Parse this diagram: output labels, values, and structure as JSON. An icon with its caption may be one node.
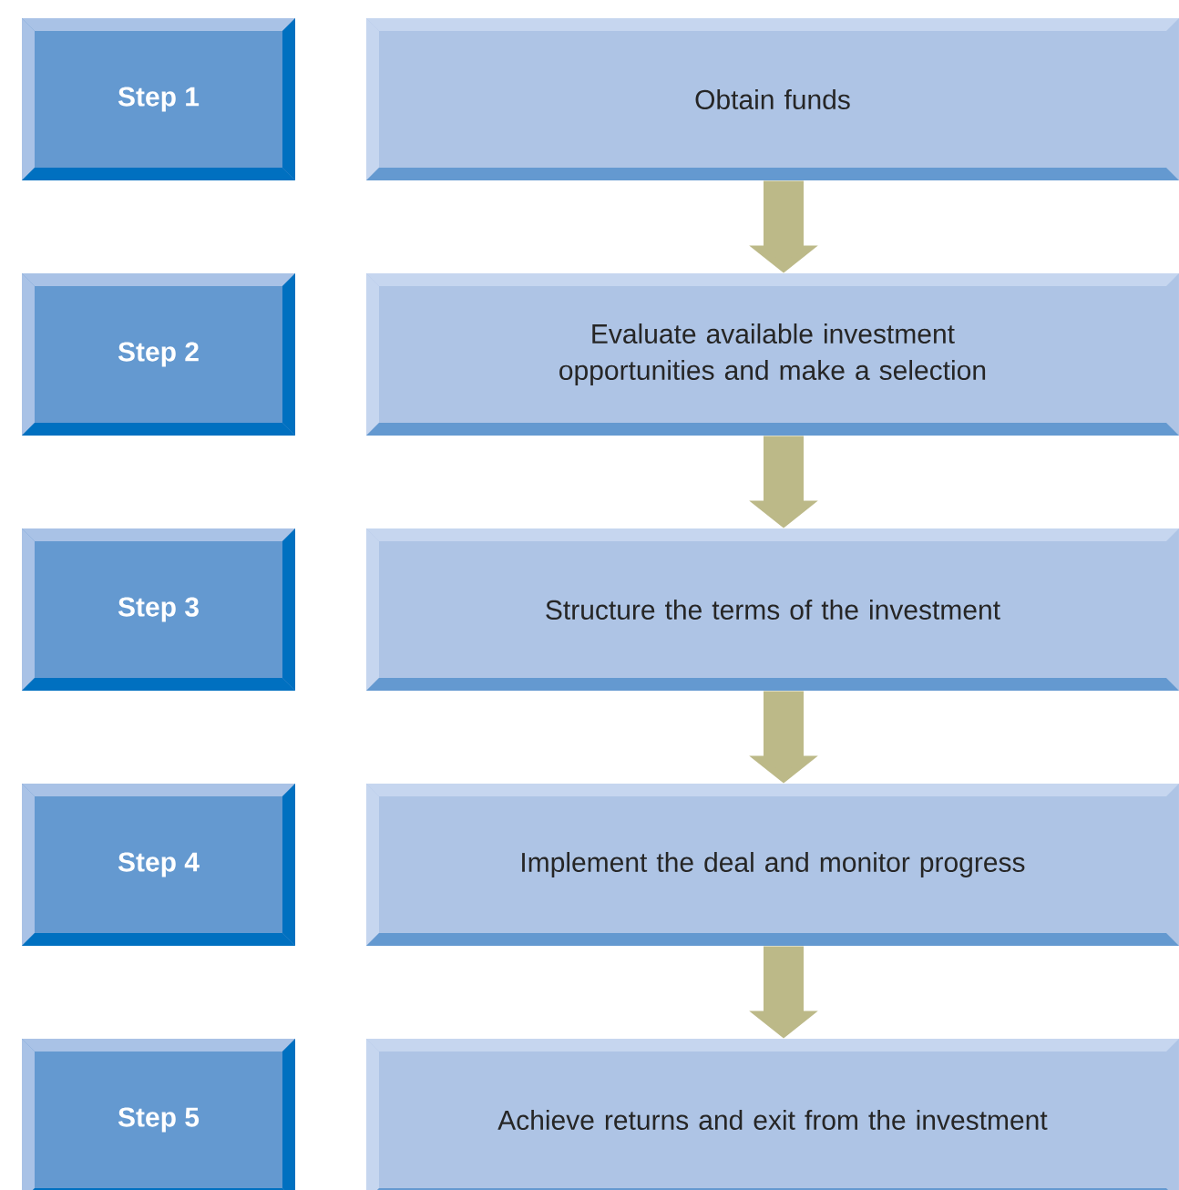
{
  "diagram": {
    "nodes": [
      {
        "text": [
          "Step 1"
        ]
      },
      {
        "text": [
          "Obtain funds"
        ]
      },
      {
        "text": [
          "Step 2"
        ]
      },
      {
        "text": [
          "Evaluate available investment opportunities and make a selection"
        ]
      },
      {
        "text": [
          "Step 3"
        ]
      },
      {
        "text": [
          "Structure the terms of the investment"
        ]
      },
      {
        "text": [
          "Step 4"
        ]
      },
      {
        "text": [
          "Implement the deal and monitor progress"
        ]
      },
      {
        "text": [
          "Step 5"
        ]
      },
      {
        "text": [
          "Achieve returns and exit from the investment"
        ]
      }
    ],
    "edges": [
      {
        "from": 1,
        "to": 3,
        "arrow": "to"
      },
      {
        "from": 3,
        "to": 5,
        "arrow": "to"
      },
      {
        "from": 5,
        "to": 7,
        "arrow": "to"
      },
      {
        "from": 7,
        "to": 9,
        "arrow": "to"
      }
    ]
  }
}
